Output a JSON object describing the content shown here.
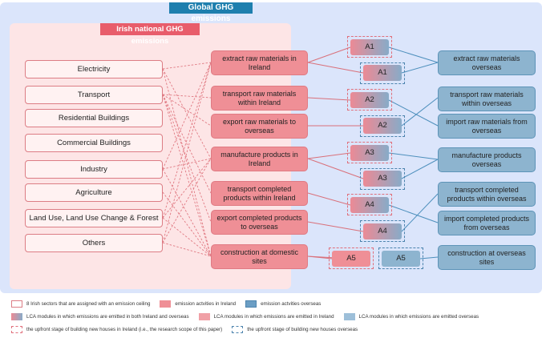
{
  "titles": {
    "global": "Global GHG emissions",
    "irish": "Irish national GHG emissions"
  },
  "sectors": [
    "Electricity",
    "Transport",
    "Residential Buildings",
    "Commercial Buildings",
    "Industry",
    "Agriculture",
    "Land Use, Land Use Change & Forest",
    "Others"
  ],
  "ireland_activities": [
    "extract raw materials in Ireland",
    "transport raw materials within Ireland",
    "export raw materials to overseas",
    "manufacture products in Ireland",
    "transport completed products within Ireland",
    "export completed products to overseas",
    "construction at domestic sites"
  ],
  "overseas_activities": [
    "extract raw materials overseas",
    "transport raw materials within overseas",
    "import raw materials from overseas",
    "manufacture products overseas",
    "transport completed products within overseas",
    "import completed products from overseas",
    "construction at overseas sites"
  ],
  "modules": {
    "a1_ie": "A1",
    "a1_os": "A1",
    "a2_ie": "A2",
    "a2_os": "A2",
    "a3_ie": "A3",
    "a3_os": "A3",
    "a4_ie": "A4",
    "a4_os": "A4",
    "a5_ie": "A5",
    "a5_os": "A5"
  },
  "legend": {
    "sectors": "8 Irish sectors that are assigned with an emission ceiling",
    "act_ie": "emission actvities in Ireland",
    "act_os": "emission actvities overseas",
    "mod_both": "LCA modules in which emissions are emitted in both Ireland and overseas",
    "mod_ie": "LCA modules in which emissions are emitted in Ireland",
    "mod_os": "LCA modules in which emissions are emitted overseas",
    "scope_ie": "the upfront stage of building new houses in Ireland (i.e., the research scope of this paper)",
    "scope_os": "the upfront stage of building new houses overseas"
  },
  "colors": {
    "global_title": "#1e7fae",
    "irish_title": "#e85d6b",
    "ireland_activity": "#ef8f96",
    "overseas_activity": "#8db4cf"
  }
}
